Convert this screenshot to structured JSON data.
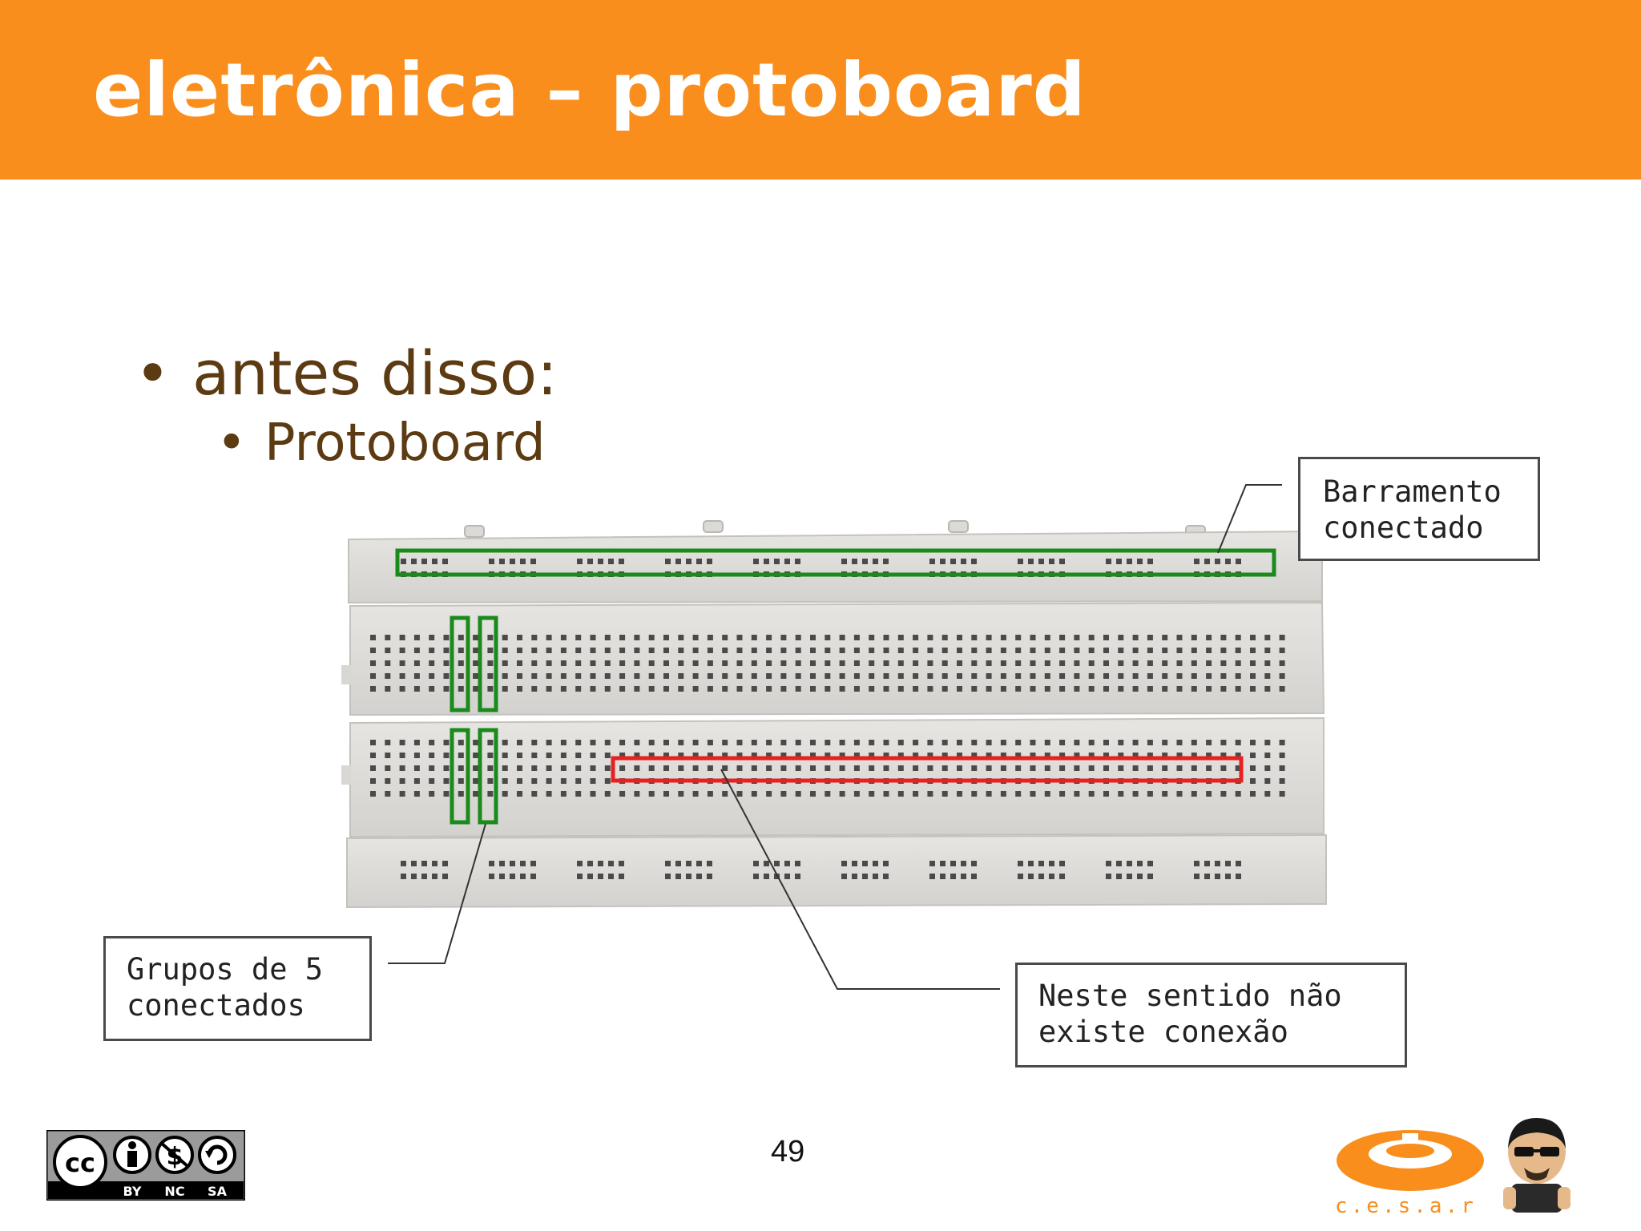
{
  "slide": {
    "title": "eletrônica – protoboard",
    "bullet_main": "antes disso:",
    "bullet_sub": "Protoboard",
    "bullet_char": "•",
    "page_number": "49"
  },
  "callouts": {
    "bus": [
      "Barramento",
      "conectado"
    ],
    "groups": [
      "Grupos de 5",
      "conectados"
    ],
    "no_connection": [
      "Neste sentido não",
      "existe conexão"
    ]
  },
  "license": {
    "cc": "cc",
    "by": "BY",
    "nc": "NC",
    "sa": "SA"
  },
  "logo": {
    "text": "c.e.s.a.r"
  },
  "colors": {
    "header": "#f98e1d",
    "bullet_text": "#5c3a12",
    "highlight_green": "#1a8a1a",
    "highlight_red": "#e82020"
  }
}
